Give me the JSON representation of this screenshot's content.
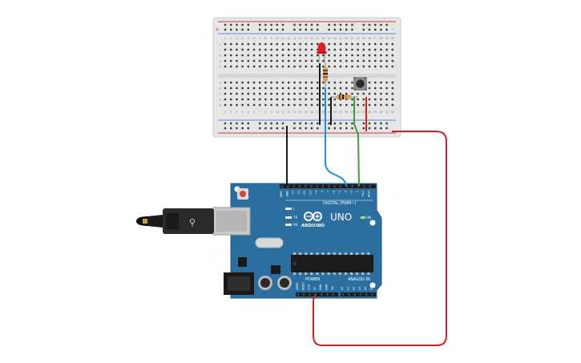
{
  "colors": {
    "canvas": "#ffffff",
    "breadboard": "#e6e6e6",
    "breadboard_hole": "#3a3a3a",
    "rail_red": "#d23a3a",
    "rail_blue": "#5a8fd6",
    "arduino_board": "#2b6fa1",
    "arduino_dark": "#1f5d8a",
    "wire_black": "#1a1a1a",
    "wire_red": "#d21f1f",
    "wire_blue": "#1f8fd6",
    "wire_green": "#3aa13a",
    "led_red": "#e02020",
    "usb_gray": "#c8c8c8",
    "chip_black": "#1c1c1c"
  },
  "breadboard": {
    "columns": 30,
    "rows_top": [
      "j",
      "i",
      "h",
      "g",
      "f"
    ],
    "rows_bottom": [
      "e",
      "d",
      "c",
      "b",
      "a"
    ],
    "rail_plus": "+",
    "rail_minus": "-",
    "column_numbers": [
      "1",
      "2",
      "3",
      "4",
      "5",
      "6",
      "7",
      "8",
      "9",
      "10",
      "11",
      "12",
      "13",
      "14",
      "15",
      "16",
      "17",
      "18",
      "19",
      "20",
      "21",
      "22",
      "23",
      "24",
      "25",
      "26",
      "27",
      "28",
      "29",
      "30"
    ]
  },
  "components": {
    "led": {
      "icon": "led-icon",
      "color": "red"
    },
    "resistor_led": {
      "icon": "resistor-icon"
    },
    "resistor_button": {
      "icon": "resistor-icon"
    },
    "pushbutton": {
      "icon": "pushbutton-icon"
    }
  },
  "arduino": {
    "brand": "ARDUINO",
    "model": "UNO",
    "digital_label": "DIGITAL (PWM~)",
    "power_label": "POWER",
    "analog_label": "ANALOG IN",
    "on_label": "ON",
    "led_labels": [
      "L",
      "TX",
      "RX"
    ],
    "digital_pins": [
      "AREF",
      "GND",
      "13",
      "12",
      "~11",
      "~10",
      "~9",
      "8",
      "7",
      "~6",
      "~5",
      "4",
      "~3",
      "2",
      "TX▸1",
      "RX◂0"
    ],
    "power_pins": [
      "IOREF",
      "RESET",
      "3.3V",
      "5V",
      "GND",
      "GND",
      "Vin"
    ],
    "analog_pins": [
      "A0",
      "A1",
      "A2",
      "A3",
      "A4",
      "A5"
    ],
    "usb_icon": "usb-icon",
    "infinity_logo": "arduino-logo-icon"
  }
}
